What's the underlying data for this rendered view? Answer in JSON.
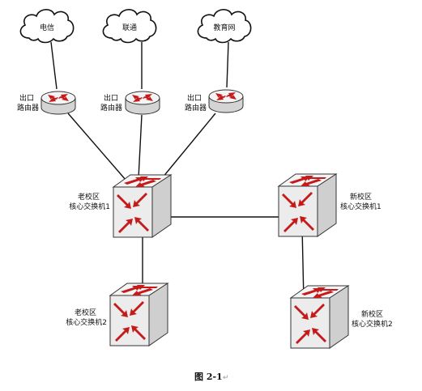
{
  "clouds": {
    "telecom": "电信",
    "unicom": "联通",
    "edu": "教育网"
  },
  "routers": {
    "r1": {
      "line1": "出口",
      "line2": "路由器"
    },
    "r2": {
      "line1": "出口",
      "line2": "路由器"
    },
    "r3": {
      "line1": "出口",
      "line2": "路由器"
    }
  },
  "switches": {
    "old_core_1": {
      "line1": "老校区",
      "line2": "核心交换机1"
    },
    "new_core_1": {
      "line1": "新校区",
      "line2": "核心交换机1"
    },
    "old_core_2": {
      "line1": "老校区",
      "line2": "核心交换机2"
    },
    "new_core_2": {
      "line1": "新校区",
      "line2": "核心交换机2"
    }
  },
  "caption": "图 2-1",
  "paragraph_mark": "↵",
  "colors": {
    "arrow": "#c41a1a",
    "device_fill": "#f2f2f2",
    "device_side": "#d0d0d0",
    "line": "#111111"
  }
}
